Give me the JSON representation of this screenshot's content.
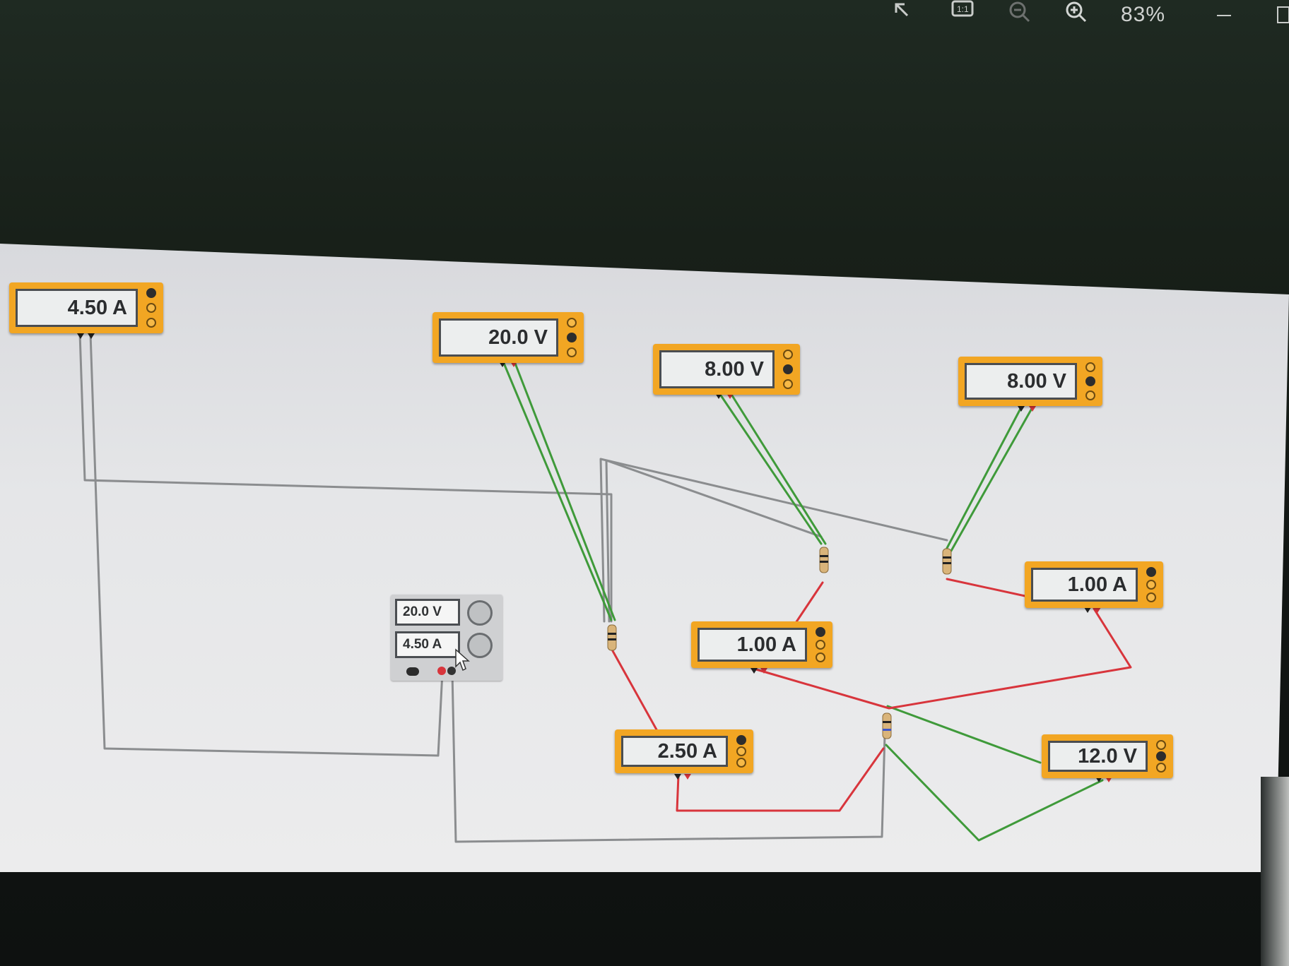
{
  "toolbar": {
    "zoom_level": "83%",
    "icons": [
      "arrow-icon",
      "actual-size-icon",
      "zoom-out-icon",
      "zoom-in-icon",
      "minimize-icon",
      "maximize-icon"
    ]
  },
  "power_supply": {
    "voltage": "20.0 V",
    "current": "4.50 A"
  },
  "meters": [
    {
      "name": "ammeter-main",
      "reading": "4.50 A",
      "type": "ammeter"
    },
    {
      "name": "voltmeter-source",
      "reading": "20.0 V",
      "type": "voltmeter"
    },
    {
      "name": "voltmeter-r2",
      "reading": "8.00 V",
      "type": "voltmeter"
    },
    {
      "name": "voltmeter-r3",
      "reading": "8.00 V",
      "type": "voltmeter"
    },
    {
      "name": "ammeter-r3",
      "reading": "1.00 A",
      "type": "ammeter"
    },
    {
      "name": "ammeter-r2",
      "reading": "1.00 A",
      "type": "ammeter"
    },
    {
      "name": "ammeter-r1",
      "reading": "2.50 A",
      "type": "ammeter"
    },
    {
      "name": "voltmeter-r4",
      "reading": "12.0 V",
      "type": "voltmeter"
    }
  ],
  "colors": {
    "meter_body": "#f2a623",
    "wire_gray": "#8b8d8f",
    "wire_green": "#3f9a3a",
    "wire_red": "#d8353c"
  }
}
